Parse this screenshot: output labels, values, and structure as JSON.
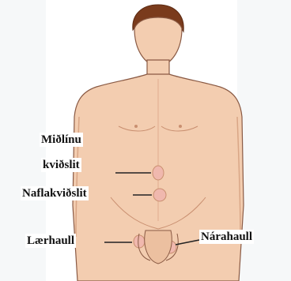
{
  "diagram": {
    "labels": {
      "midline_line1": "Miðlínu",
      "midline_line2": "kviðslit",
      "umbilical": "Naflakviðslit",
      "femoral": "Lærhaull",
      "inguinal": "Nárahaull"
    },
    "colors": {
      "skin": "#f3cdb0",
      "skin_shadow": "#e9b896",
      "outline": "#8a5a44",
      "hair": "#7a3b1c",
      "bulge": "#f0b8ae",
      "leader": "#222222"
    }
  }
}
